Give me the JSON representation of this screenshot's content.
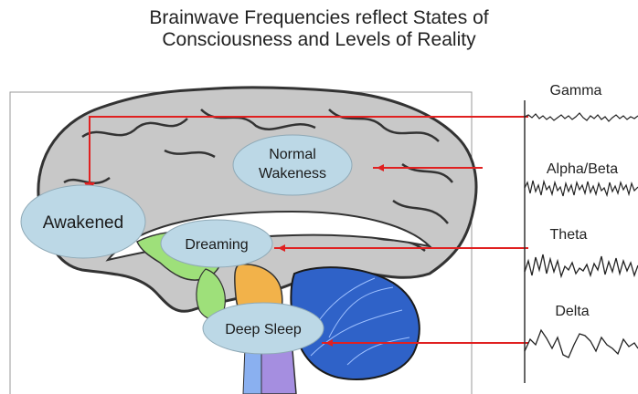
{
  "title": {
    "line1": "Brainwave Frequencies reflect States of",
    "line2": "Consciousness and Levels of Reality"
  },
  "states": {
    "normal_line1": "Normal",
    "normal_line2": "Wakeness",
    "awakened": "Awakened",
    "dreaming": "Dreaming",
    "deep_sleep": "Deep Sleep"
  },
  "waves": {
    "gamma": "Gamma",
    "alpha_beta": "Alpha/Beta",
    "theta": "Theta",
    "delta": "Delta"
  },
  "colors": {
    "connector": "#e02020",
    "bubble_fill": "#bcd8e6",
    "brain_gray": "#c8c8c8",
    "cerebellum": "#2f62c8"
  }
}
